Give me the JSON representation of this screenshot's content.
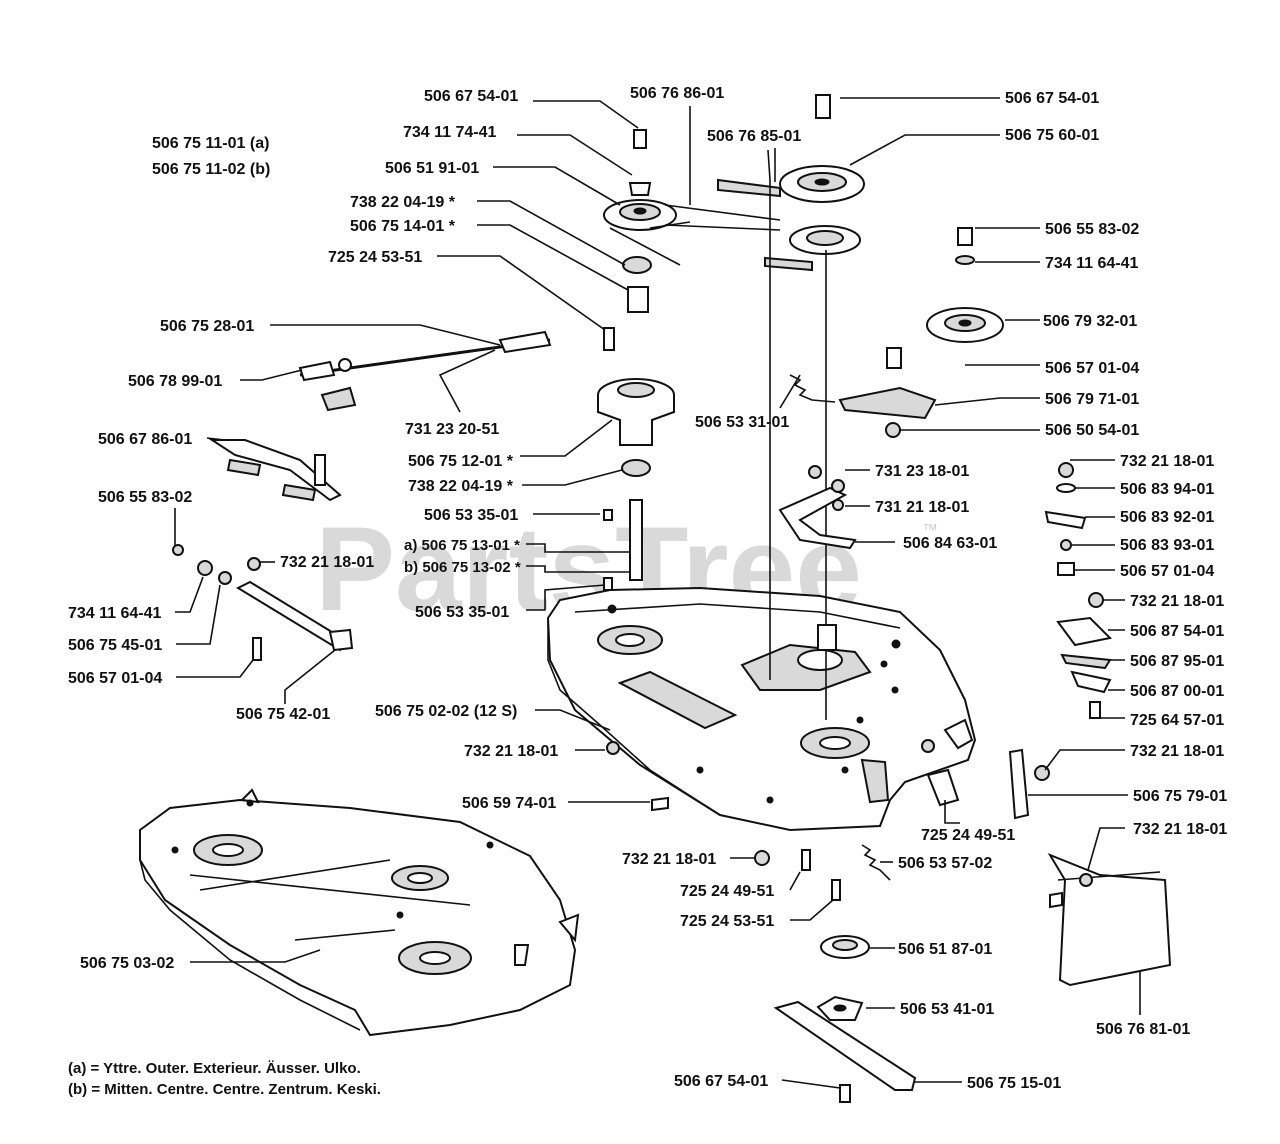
{
  "watermark": {
    "text": "PartsTree",
    "trademark": "™"
  },
  "header_labels": {
    "a": "506 75 11-01 (a)",
    "b": "506 75 11-02 (b)"
  },
  "callouts": [
    {
      "id": "c1",
      "text": "506 67 54-01"
    },
    {
      "id": "c2",
      "text": "506 76 86-01"
    },
    {
      "id": "c3",
      "text": "506 67 54-01"
    },
    {
      "id": "c4",
      "text": "734 11 74-41"
    },
    {
      "id": "c5",
      "text": "506 76 85-01"
    },
    {
      "id": "c6",
      "text": "506 75 60-01"
    },
    {
      "id": "c7",
      "text": "506 51 91-01"
    },
    {
      "id": "c8",
      "text": "738 22 04-19  *"
    },
    {
      "id": "c9",
      "text": "506 75 14-01  *"
    },
    {
      "id": "c10",
      "text": "506 55 83-02"
    },
    {
      "id": "c11",
      "text": "725 24 53-51"
    },
    {
      "id": "c12",
      "text": "734 11 64-41"
    },
    {
      "id": "c13",
      "text": "506 75 28-01"
    },
    {
      "id": "c14",
      "text": "506 79 32-01"
    },
    {
      "id": "c15",
      "text": "506 78 99-01"
    },
    {
      "id": "c16",
      "text": "506 57 01-04"
    },
    {
      "id": "c17",
      "text": "506 53 31-01"
    },
    {
      "id": "c18",
      "text": "506 79 71-01"
    },
    {
      "id": "c19",
      "text": "731 23 20-51"
    },
    {
      "id": "c20",
      "text": "506 50 54-01"
    },
    {
      "id": "c21",
      "text": "506 67 86-01"
    },
    {
      "id": "c22",
      "text": "506 75 12-01  *"
    },
    {
      "id": "c23",
      "text": "731 23 18-01"
    },
    {
      "id": "c24",
      "text": "732 21 18-01"
    },
    {
      "id": "c25",
      "text": "738 22 04-19  *"
    },
    {
      "id": "c26",
      "text": "506 83 94-01"
    },
    {
      "id": "c27",
      "text": "506 55 83-02"
    },
    {
      "id": "c28",
      "text": "731 21 18-01"
    },
    {
      "id": "c29",
      "text": "506 53 35-01"
    },
    {
      "id": "c30",
      "text": "506 83 92-01"
    },
    {
      "id": "c31",
      "text": "506 84 63-01"
    },
    {
      "id": "c32",
      "text": "506 83 93-01"
    },
    {
      "id": "c33",
      "text": "732 21 18-01"
    },
    {
      "id": "c34",
      "text": "a) 506 75 13-01  *"
    },
    {
      "id": "c35",
      "text": "b) 506 75 13-02  *"
    },
    {
      "id": "c36",
      "text": "506 57 01-04"
    },
    {
      "id": "c37",
      "text": "734 11 64-41"
    },
    {
      "id": "c38",
      "text": "506 53 35-01"
    },
    {
      "id": "c39",
      "text": "732 21 18-01"
    },
    {
      "id": "c40",
      "text": "506 75 45-01"
    },
    {
      "id": "c41",
      "text": "506 87 54-01"
    },
    {
      "id": "c42",
      "text": "506 87 95-01"
    },
    {
      "id": "c43",
      "text": "506 57 01-04"
    },
    {
      "id": "c44",
      "text": "506 87 00-01"
    },
    {
      "id": "c45",
      "text": "506 75 42-01"
    },
    {
      "id": "c46",
      "text": "506 75 02-02 (12 S)"
    },
    {
      "id": "c47",
      "text": "725 64 57-01"
    },
    {
      "id": "c48",
      "text": "732 21 18-01"
    },
    {
      "id": "c49",
      "text": "732 21 18-01"
    },
    {
      "id": "c50",
      "text": "506 59 74-01"
    },
    {
      "id": "c51",
      "text": "506 75 79-01"
    },
    {
      "id": "c52",
      "text": "725 24 49-51"
    },
    {
      "id": "c53",
      "text": "732 21 18-01"
    },
    {
      "id": "c54",
      "text": "732 21 18-01"
    },
    {
      "id": "c55",
      "text": "506 53 57-02"
    },
    {
      "id": "c56",
      "text": "725 24 49-51"
    },
    {
      "id": "c57",
      "text": "725 24 53-51"
    },
    {
      "id": "c58",
      "text": "506 75 03-02"
    },
    {
      "id": "c59",
      "text": "506 51 87-01"
    },
    {
      "id": "c60",
      "text": "506 53 41-01"
    },
    {
      "id": "c61",
      "text": "506 76 81-01"
    },
    {
      "id": "c62",
      "text": "506 67 54-01"
    },
    {
      "id": "c63",
      "text": "506 75 15-01"
    }
  ],
  "legend": {
    "a": "(a) = Yttre. Outer. Exterieur. Äusser. Ulko.",
    "b": "(b) = Mitten. Centre. Centre. Zentrum. Keski."
  }
}
